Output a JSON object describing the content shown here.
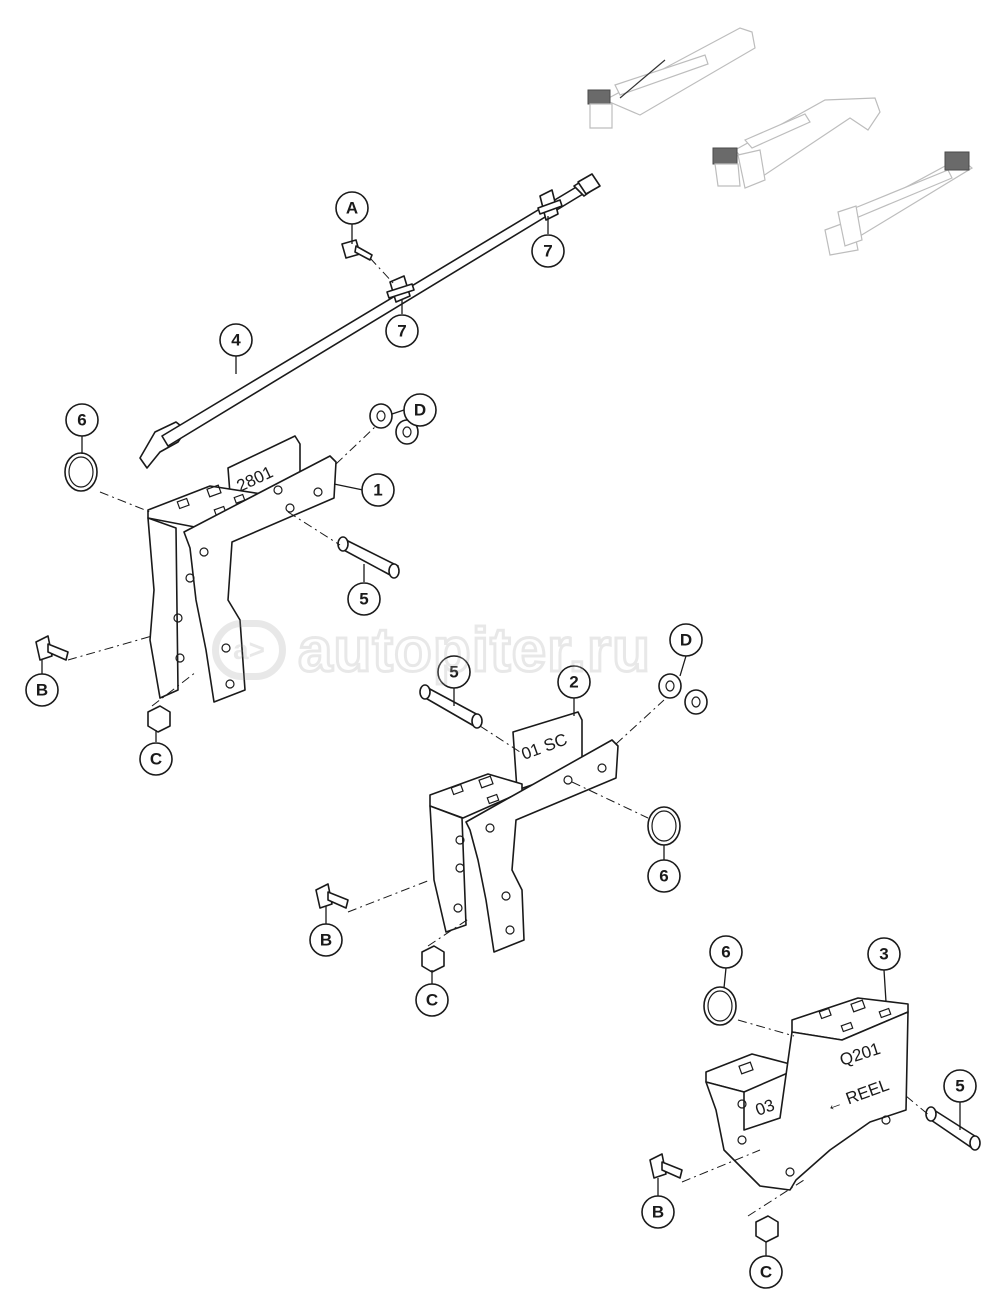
{
  "watermark": {
    "logo_text": "a>",
    "site": "autopiter.ru"
  },
  "stamps": {
    "bracket_1": "2801",
    "bracket_2": "01 SC",
    "bracket_3_top": "Q201",
    "bracket_3_bottom": "← REEL",
    "bracket_3_side": "03"
  },
  "callouts": {
    "A": "A",
    "B1": "B",
    "B2": "B",
    "B3": "B",
    "C1": "C",
    "C2": "C",
    "C3": "C",
    "D1": "D",
    "D2": "D",
    "p1": "1",
    "p2": "2",
    "p3": "3",
    "p4": "4",
    "p5a": "5",
    "p5b": "5",
    "p5c": "5",
    "p6a": "6",
    "p6b": "6",
    "p6c": "6",
    "p7a": "7",
    "p7b": "7"
  }
}
